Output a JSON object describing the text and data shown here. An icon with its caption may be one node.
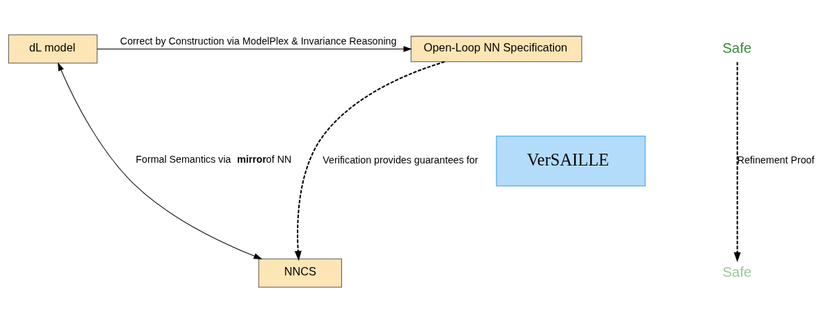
{
  "diagram": {
    "nodes": [
      {
        "text": [
          "Open-Loop NN Specification"
        ]
      },
      {
        "text": [
          "VerSAILLE"
        ]
      },
      {
        "text": [
          "dL model"
        ]
      },
      {
        "text": [
          "Safe"
        ]
      },
      {
        "text": [
          "NNCS"
        ]
      },
      {
        "text": [
          "Safe"
        ]
      }
    ],
    "edges": [
      {
        "from": 2,
        "to": 0,
        "arrow": "to",
        "label": "Correct by Construction via ModelPlex & Invariance Reasoning"
      },
      {
        "from": 0,
        "to": 4,
        "arrow": "to",
        "label": "Verification provides guarantees for",
        "style": "dashed"
      },
      {
        "from": 2,
        "to": 4,
        "arrow": "both",
        "label": "Formal Semantics via **mirror**of NN"
      },
      {
        "from": 3,
        "to": 5,
        "arrow": "to",
        "label": "Refinement Proof",
        "style": "dashed"
      }
    ]
  }
}
